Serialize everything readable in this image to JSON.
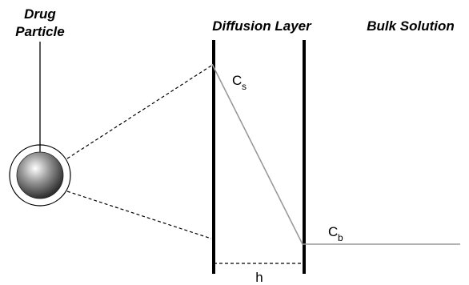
{
  "labels": {
    "drug_particle_line1": "Drug",
    "drug_particle_line2": "Particle",
    "diffusion_layer": "Diffusion Layer",
    "bulk_solution": "Bulk Solution",
    "cs_main": "C",
    "cs_sub": "s",
    "cb_main": "C",
    "cb_sub": "b",
    "thickness": "h"
  },
  "colors": {
    "line": "#000000",
    "profile": "#9a9a9a",
    "sphere_light": "#ffffff",
    "sphere_dark": "#3a3a3a"
  }
}
